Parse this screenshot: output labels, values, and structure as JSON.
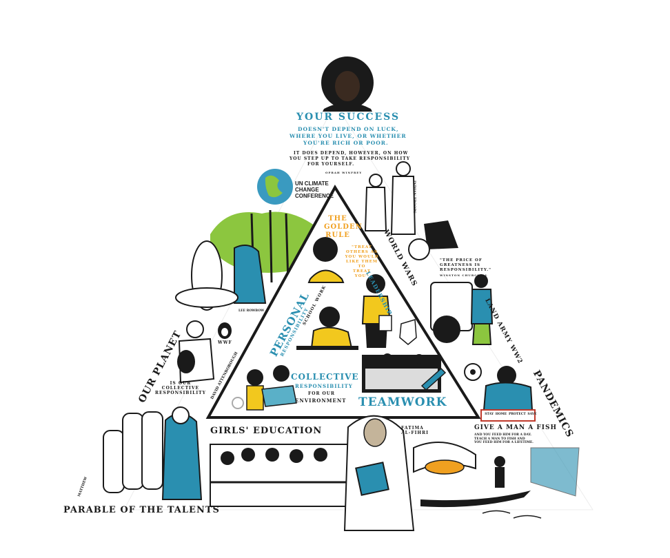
{
  "top": {
    "title": "YOUR SUCCESS",
    "line1": "DOESN'T DEPEND ON LUCK,",
    "line2": "WHERE YOU LIVE, OR WHETHER",
    "line3": "YOU'RE RICH OR POOR.",
    "line4": "IT DOES DEPEND, HOWEVER, ON HOW",
    "line5": "YOU STEP UP TO TAKE RESPONSIBILITY",
    "line6": "FOR YOURSELF.",
    "attribution": "OPRAH WINFREY"
  },
  "un_climate": {
    "line1": "UN CLIMATE",
    "line2": "CHANGE",
    "line3": "CONFERENCE"
  },
  "inner": {
    "golden_rule_1": "THE",
    "golden_rule_2": "GOLDEN",
    "golden_rule_3": "RULE",
    "treat_1": "\"TREAT",
    "treat_2": "OTHERS AS",
    "treat_3": "YOU WOULD",
    "treat_4": "LIKE THEM TO",
    "treat_5": "TREAT",
    "treat_6": "YOU\"",
    "personal": "PERSONAL",
    "personal_resp": "RESPONSIBILITY",
    "your_school_work": "SCHOOL WORK",
    "leadership": "LEADERSHIP",
    "collective": "COLLECTIVE",
    "collective_resp": "RESPONSIBILITY",
    "for_our": "FOR OUR",
    "environment": "ENVIRONMENT",
    "teamwork": "TEAMWORK"
  },
  "sides": {
    "world_wars": "WORLD WARS",
    "price_1": "\"THE PRICE OF",
    "price_2": "GREATNESS IS",
    "price_3": "RESPONSIBILITY.\"",
    "price_attr": "WINSTON CHURCHILL",
    "land_army": "LAND ARMY WW2",
    "pandemics": "PANDEMICS",
    "our_planet": "OUR PLANET",
    "is_our": "IS OUR",
    "collective": "COLLECTIVE",
    "responsibility": "RESPONSIBILITY",
    "david": "DAVID ATTENBOROUGH",
    "wwf": "WWF",
    "lee_rowbow": "LEE ROWBOW",
    "indian": "INDIAN TROOPS",
    "stay_home_1": "STAY",
    "stay_home_2": "HOME",
    "protect": "PROTECT",
    "save": "SAVE"
  },
  "bottom": {
    "girls_education": "GIRLS' EDUCATION",
    "fatima_1": "FATIMA",
    "fatima_2": "AL-FIHRI",
    "give_fish": "GIVE A MAN A FISH",
    "fish_line1": "AND YOU FEED HIM FOR A DAY.",
    "fish_line2": "TEACH A MAN TO FISH AND",
    "fish_line3": "YOU FEED HIM FOR A LIFETIME.",
    "matthew": "MATTHEW",
    "talents": "PARABLE OF THE TALENTS"
  },
  "colors": {
    "teal": "#2a8fb0",
    "orange": "#f0a020",
    "green": "#8cc63f",
    "ink": "#1a1a1a",
    "yellow": "#f2c81e"
  }
}
